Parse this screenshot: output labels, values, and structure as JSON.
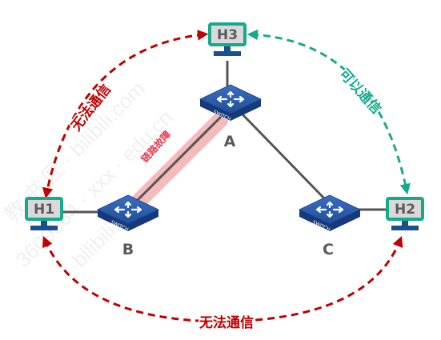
{
  "hosts": {
    "h1": "H1",
    "h2": "H2",
    "h3": "H3"
  },
  "switches": {
    "a": {
      "label": "A",
      "badge": "SWITCH"
    },
    "b": {
      "label": "B",
      "badge": "SWITCH"
    },
    "c": {
      "label": "C",
      "badge": "SWITCH"
    }
  },
  "annotations": {
    "h1_h3": "无法通信",
    "h3_h2": "可以通信",
    "h1_h2": "无法通信",
    "link_fault": "链路故障"
  },
  "colors": {
    "red_arrow": "#c00000",
    "teal_arrow": "#17a98c",
    "host_border": "#17a98c",
    "host_fill": "#d9d9d9",
    "switch_blue": "#1f4e9a",
    "link_gray": "#555555",
    "fault_highlight": "#f4a6a6"
  },
  "icons": [
    "computer-icon",
    "switch-icon",
    "arrow-icon"
  ]
}
